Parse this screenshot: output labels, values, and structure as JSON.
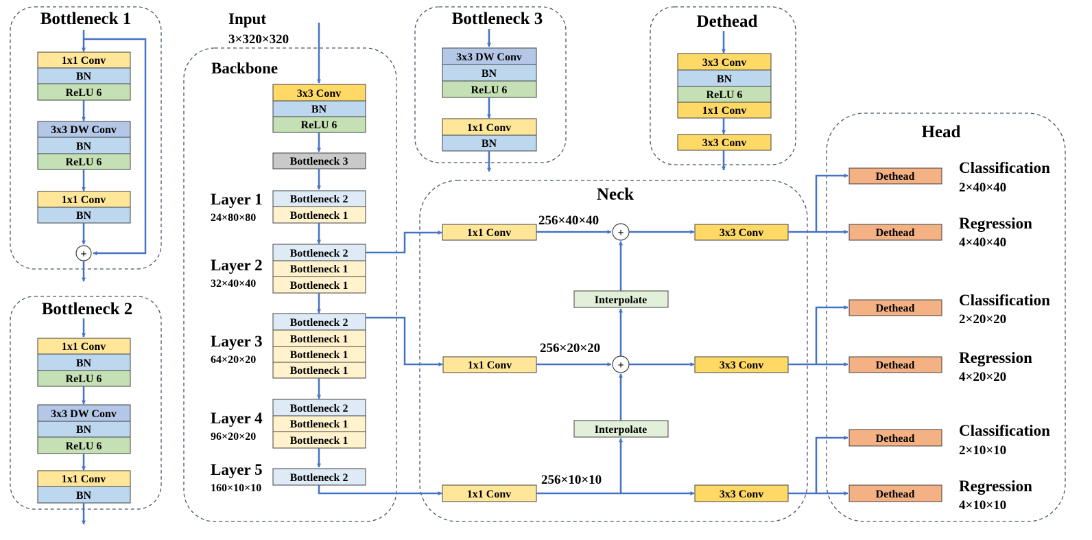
{
  "colors": {
    "conv": "#ffe699",
    "conv_strong": "#ffd966",
    "bn": "#bdd7ee",
    "relu": "#c5e0b4",
    "dwconv": "#b4c7e7",
    "bottleneck3": "#c9c9c9",
    "bottleneck2": "#deebf7",
    "bottleneck1": "#fff2cc",
    "interpolate": "#e2f0d9",
    "dethead": "#f4b183",
    "arrow": "#4472c4",
    "border": "#44546a"
  },
  "bottleneck1": {
    "title": "Bottleneck 1",
    "blocks": [
      "1x1 Conv",
      "BN",
      "ReLU 6",
      "3x3 DW Conv",
      "BN",
      "ReLU 6",
      "1x1 Conv",
      "BN"
    ],
    "add": "+"
  },
  "bottleneck2": {
    "title": "Bottleneck 2",
    "blocks": [
      "1x1 Conv",
      "BN",
      "ReLU 6",
      "3x3 DW Conv",
      "BN",
      "ReLU 6",
      "1x1 Conv",
      "BN"
    ]
  },
  "bottleneck3": {
    "title": "Bottleneck 3",
    "blocks": [
      "3x3 DW Conv",
      "BN",
      "ReLU 6",
      "1x1 Conv",
      "BN"
    ]
  },
  "dethead": {
    "title": "Dethead",
    "blocks": [
      "3x3 Conv",
      "BN",
      "ReLU 6",
      "1x1 Conv",
      "3x3 Conv"
    ]
  },
  "input": {
    "label": "Input",
    "dims": "3×320×320"
  },
  "backbone": {
    "title": "Backbone",
    "stem": [
      "3x3 Conv",
      "BN",
      "ReLU 6"
    ],
    "stem_bottleneck": "Bottleneck 3",
    "layers": [
      {
        "name": "Layer 1",
        "dims": "24×80×80",
        "blocks": [
          "Bottleneck 2",
          "Bottleneck 1"
        ]
      },
      {
        "name": "Layer 2",
        "dims": "32×40×40",
        "blocks": [
          "Bottleneck 2",
          "Bottleneck 1",
          "Bottleneck 1"
        ]
      },
      {
        "name": "Layer 3",
        "dims": "64×20×20",
        "blocks": [
          "Bottleneck 2",
          "Bottleneck 1",
          "Bottleneck 1",
          "Bottleneck 1"
        ]
      },
      {
        "name": "Layer 4",
        "dims": "96×20×20",
        "blocks": [
          "Bottleneck 2",
          "Bottleneck 1",
          "Bottleneck 1"
        ]
      },
      {
        "name": "Layer 5",
        "dims": "160×10×10",
        "blocks": [
          "Bottleneck 2"
        ]
      }
    ]
  },
  "neck": {
    "title": "Neck",
    "lateral": [
      "1x1 Conv",
      "1x1 Conv",
      "1x1 Conv"
    ],
    "dims": [
      "256×40×40",
      "256×20×20",
      "256×10×10"
    ],
    "interpolate": [
      "Interpolate",
      "Interpolate"
    ],
    "outputs": [
      "3x3 Conv",
      "3x3 Conv",
      "3x3 Conv"
    ],
    "add": [
      "+",
      "+"
    ]
  },
  "head": {
    "title": "Head",
    "boxes": [
      "Dethead",
      "Dethead",
      "Dethead",
      "Dethead",
      "Dethead",
      "Dethead"
    ],
    "outputs": [
      {
        "name": "Classification",
        "dims": "2×40×40"
      },
      {
        "name": "Regression",
        "dims": "4×40×40"
      },
      {
        "name": "Classification",
        "dims": "2×20×20"
      },
      {
        "name": "Regression",
        "dims": "4×20×20"
      },
      {
        "name": "Classification",
        "dims": "2×10×10"
      },
      {
        "name": "Regression",
        "dims": "4×10×10"
      }
    ]
  }
}
